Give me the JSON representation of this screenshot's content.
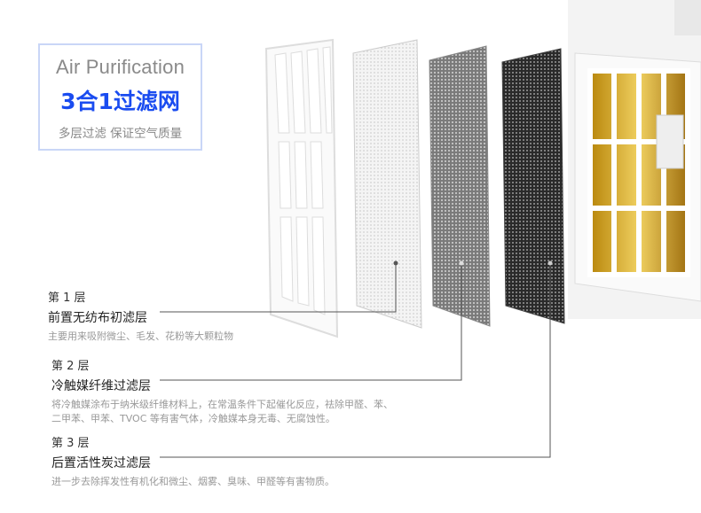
{
  "badge": {
    "english_title": "Air Purification",
    "headline": "3合1过滤网",
    "subtitle": "多层过滤 保证空气质量"
  },
  "layers": [
    {
      "number": "第 1 层",
      "title": "前置无纺布初滤层",
      "description": [
        "主要用来吸附微尘、毛发、花粉等大颗粒物"
      ]
    },
    {
      "number": "第 2 层",
      "title": "冷触媒纤维过滤层",
      "description": [
        "将冷触媒涂布于纳米级纤维材料上，在常温条件下起催化反应，祛除甲醛、苯、",
        "二甲苯、甲苯、TVOC 等有害气体，冷触媒本身无毒、无腐蚀性。"
      ]
    },
    {
      "number": "第 3 层",
      "title": "后置活性炭过滤层",
      "description": [
        "进一步去除挥发性有机化和微尘、烟雾、臭味、甲醛等有害物质。"
      ]
    }
  ],
  "colors": {
    "accent": "#1a4cf0",
    "badge_border": "#c9d6f7",
    "device_filter": "#d9b23a"
  }
}
